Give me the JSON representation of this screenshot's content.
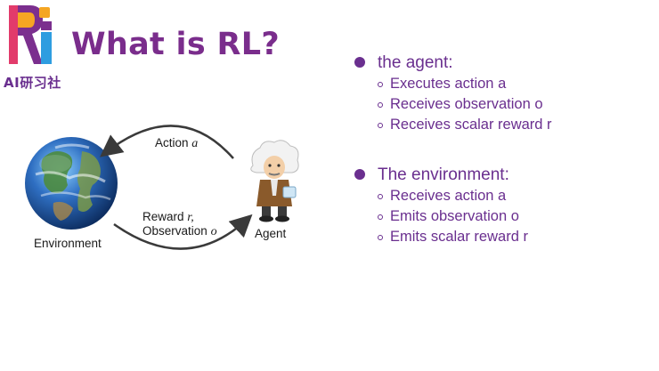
{
  "header": {
    "logo_text": "AI研习社",
    "title": "What is RL?"
  },
  "diagram": {
    "action_label": "Action",
    "action_var": "a",
    "reward_label": "Reward",
    "reward_var": "r",
    "reward_comma": ",",
    "observation_label": "Observation",
    "observation_var": "o",
    "environment_label": "Environment",
    "agent_label": "Agent"
  },
  "bullets": [
    {
      "label": "the agent:",
      "items": [
        "Executes action a",
        "Receives observation o",
        "Receives scalar reward r"
      ]
    },
    {
      "label": "The environment:",
      "items": [
        "Receives action a",
        "Emits observation o",
        "Emits scalar reward r"
      ]
    }
  ],
  "colors": {
    "accent": "#6a2f8f",
    "title": "#7a2d8c",
    "arrow": "#3a3a3a"
  }
}
